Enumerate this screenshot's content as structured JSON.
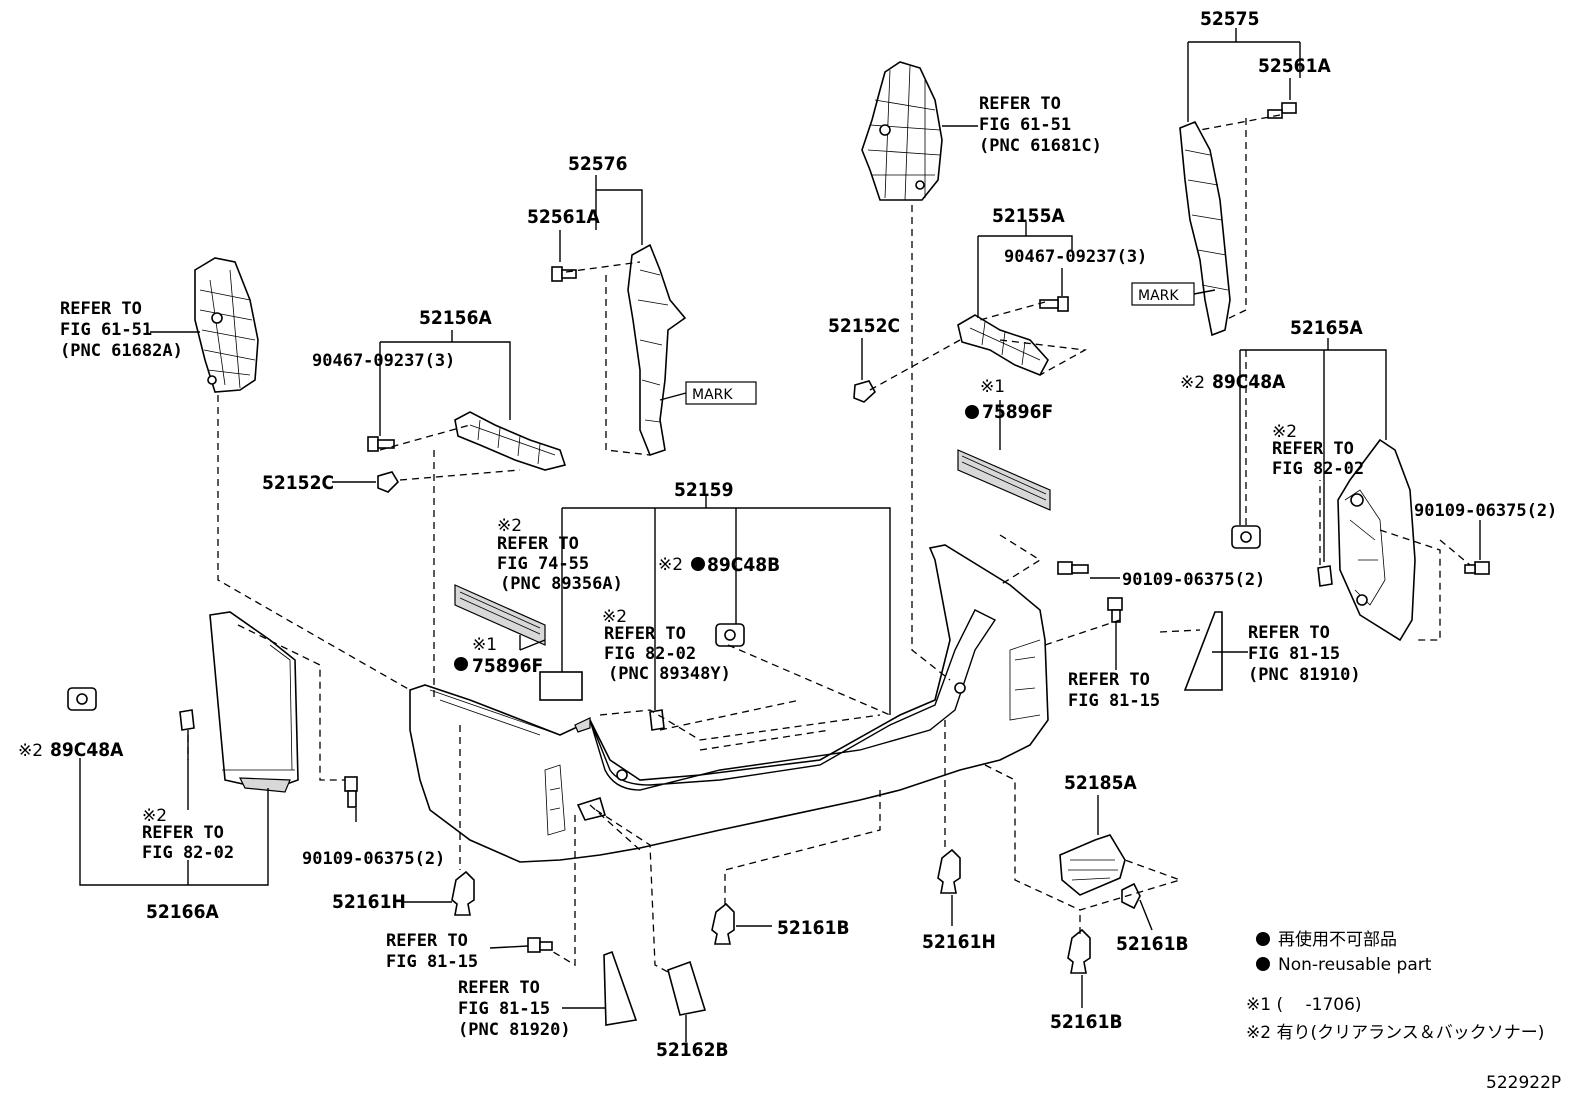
{
  "diagram_id": "522922P",
  "labels": {
    "p52575": "52575",
    "p52561A_r": "52561A",
    "p52576": "52576",
    "p52561A_l": "52561A",
    "p52156A": "52156A",
    "p90467_l": "90467-09237(3)",
    "p52152C_l": "52152C",
    "p52152C_r": "52152C",
    "p52155A": "52155A",
    "p90467_r": "90467-09237(3)",
    "p52165A": "52165A",
    "p89C48A_r": "89C48A",
    "p90109_rr": "90109-06375(2)",
    "p52159": "52159",
    "p89C48B": "89C48B",
    "p75896F_c": "75896F",
    "p75896F_r": "75896F",
    "p90109_rc": "90109-06375(2)",
    "p89C48A_l": "89C48A",
    "p90109_l": "90109-06375(2)",
    "p52166A": "52166A",
    "p52161H_l": "52161H",
    "p52161B_c": "52161B",
    "p52161H_r": "52161H",
    "p52185A": "52185A",
    "p52161B_r": "52161B",
    "p52161B_b": "52161B",
    "p52162B": "52162B"
  },
  "notes": {
    "mark1": "※1",
    "mark2": "※2",
    "mark_box": "MARK"
  },
  "refs": {
    "ref_61_51_r": [
      "REFER TO",
      "FIG 61-51",
      "(PNC 61681C)"
    ],
    "ref_61_51_l": [
      "REFER TO",
      "FIG 61-51",
      "(PNC 61682A)"
    ],
    "ref_82_02_r": [
      "REFER TO",
      "FIG 82-02"
    ],
    "ref_74_55": [
      "REFER TO",
      "FIG 74-55",
      "(PNC 89356A)"
    ],
    "ref_82_02_c": [
      "REFER TO",
      "FIG 82-02",
      "(PNC 89348Y)"
    ],
    "ref_81_15_r": [
      "REFER TO",
      "FIG 81-15",
      "(PNC 81910)"
    ],
    "ref_81_15_c": [
      "REFER TO",
      "FIG 81-15"
    ],
    "ref_82_02_l": [
      "REFER TO",
      "FIG 82-02"
    ],
    "ref_81_15_bl": [
      "REFER TO",
      "FIG 81-15"
    ],
    "ref_81_15_b": [
      "REFER TO",
      "FIG 81-15",
      "(PNC 81920)"
    ]
  },
  "legend": {
    "non_reusable_jp": "再使用不可部品",
    "non_reusable_en": "Non-reusable part",
    "note1": "※1 (　 -1706)",
    "note2": "※2 有り(クリアランス＆バックソナー)"
  }
}
